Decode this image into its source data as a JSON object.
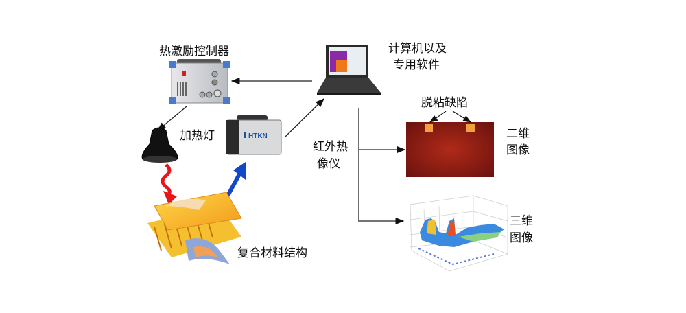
{
  "labels": {
    "controller": "热激励控制器",
    "computer_line1": "计算机以及",
    "computer_line2": "专用软件",
    "heat_lamp": "加热灯",
    "ir_camera_line1": "红外热",
    "ir_camera_line2": "像仪",
    "debond_defect": "脱粘缺陷",
    "image_2d_line1": "二维",
    "image_2d_line2": "图像",
    "image_3d_line1": "三维",
    "image_3d_line2": "图像",
    "composite": "复合材料结构"
  },
  "camera_brand": "HTKN",
  "colors": {
    "heat_wave": "#e8161a",
    "reflect_arrow": "#1446c8",
    "thermal_bg": "#8a1a12",
    "defect": "#f0a040"
  }
}
